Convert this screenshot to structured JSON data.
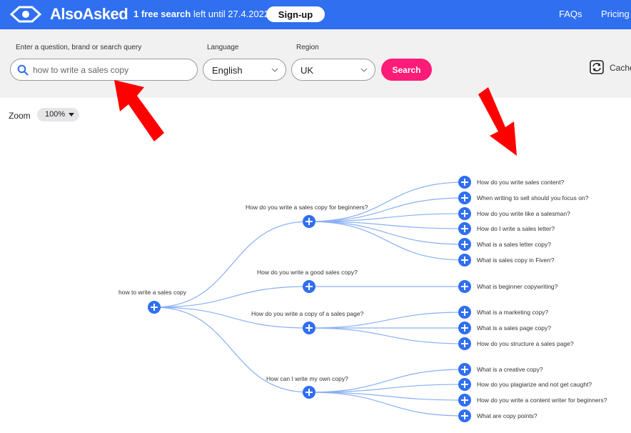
{
  "header": {
    "brand": "AlsoAsked",
    "free_count": "1 free search",
    "free_rest": " left until 27.4.2022",
    "signup_label": "Sign-up",
    "nav": {
      "faqs": "FAQs",
      "pricing": "Pricing"
    }
  },
  "search": {
    "query_label": "Enter a question, brand or search query",
    "query_value": "how to write a sales copy",
    "language_label": "Language",
    "language_value": "English",
    "region_label": "Region",
    "region_value": "UK",
    "search_button": "Search",
    "cache_label": "Cache"
  },
  "zoom": {
    "label": "Zoom",
    "value": "100%"
  },
  "tree": {
    "root": "how to write a sales copy",
    "branches": [
      {
        "question": "How do you write a sales copy for beginners?",
        "children": [
          "How do you write sales content?",
          "When writing to sell should you focus on?",
          "How do you write like a salesman?",
          "How do I write a sales letter?",
          "What is a sales letter copy?",
          "What is sales copy in Fiverr?"
        ]
      },
      {
        "question": "How do you write a good sales copy?",
        "children": [
          "What is beginner copywriting?"
        ]
      },
      {
        "question": "How do you write a copy of a sales page?",
        "children": [
          "What is a marketing copy?",
          "What is a sales page copy?",
          "How do you structure a sales page?"
        ]
      },
      {
        "question": "How can I write my own copy?",
        "children": [
          "What is a creative copy?",
          "How do you plagiarize and not get caught?",
          "How do you write a content writer for beginners?",
          "What are copy points?"
        ]
      }
    ]
  },
  "colors": {
    "brand_blue": "#2f6ff0",
    "search_pink": "#ff1b78",
    "annotation_red": "#ff0000"
  },
  "annotations": [
    "red-arrow-to-search-input",
    "red-arrow-to-tree-answers"
  ]
}
